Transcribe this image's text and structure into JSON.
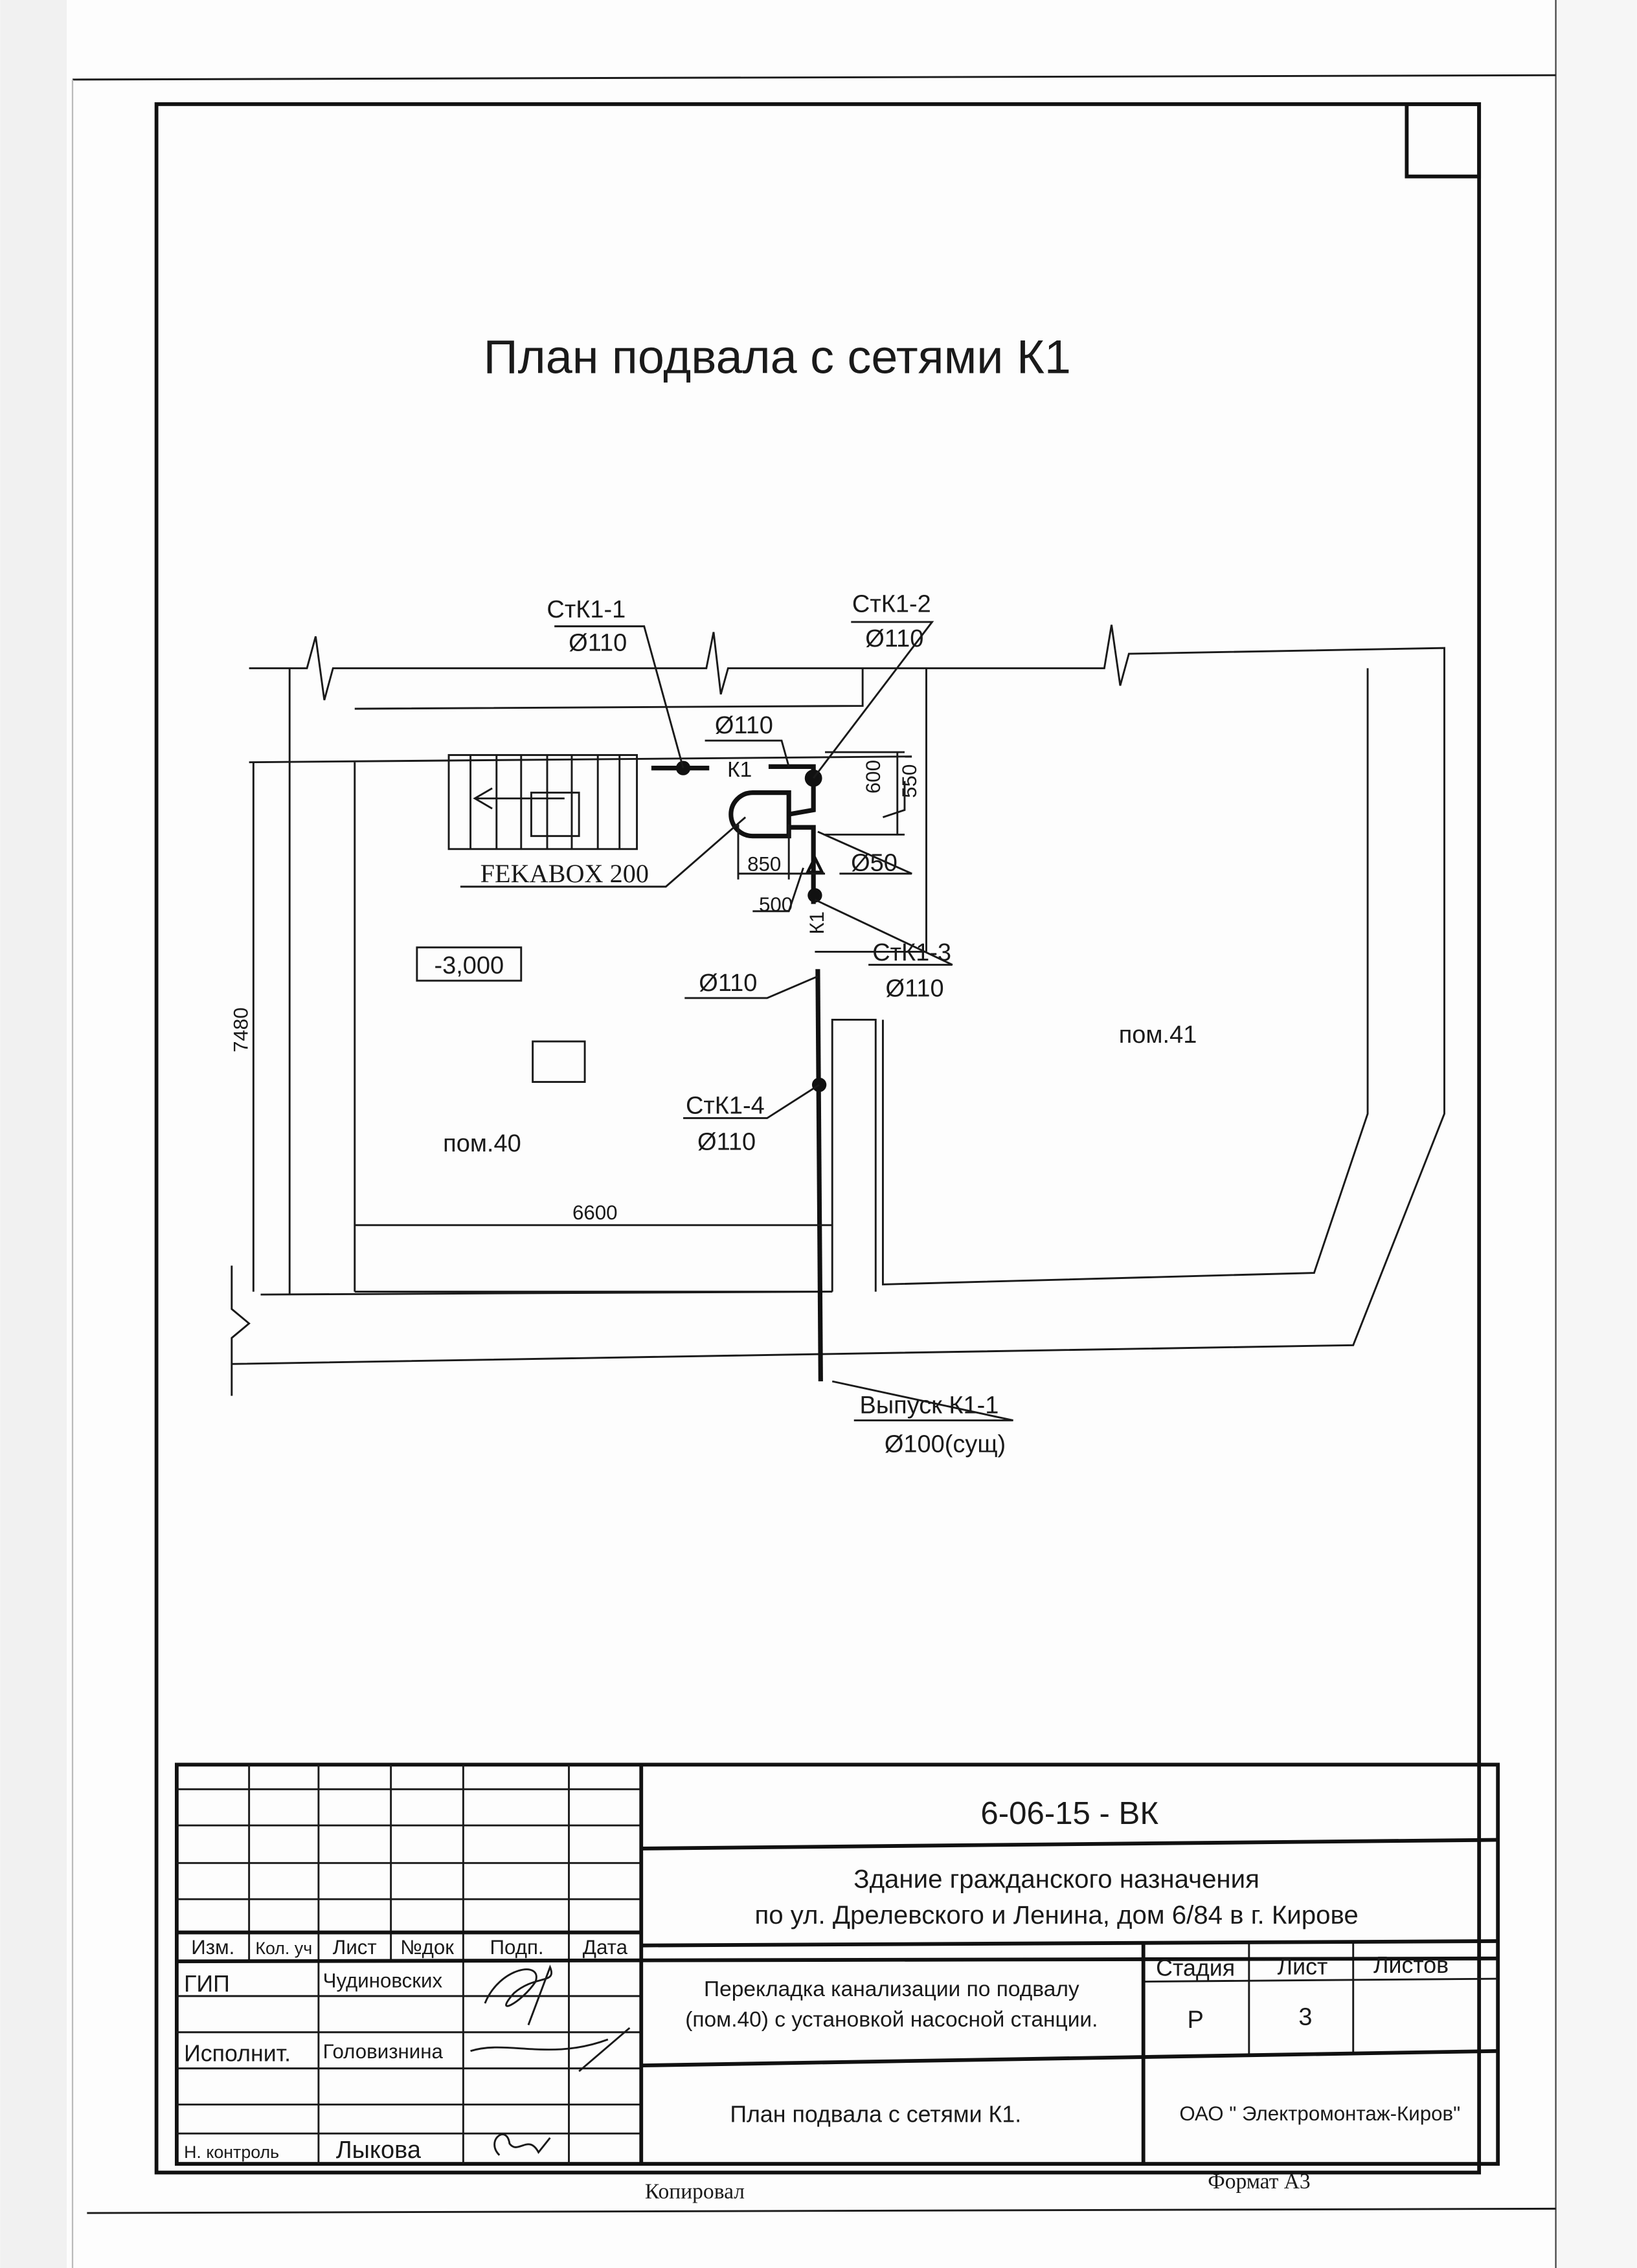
{
  "drawing": {
    "title": "План подвала с сетями  К1",
    "labels": {
      "stk1_1": "СтК1-1",
      "stk1_1_d": "Ø110",
      "stk1_2": "СтК1-2",
      "stk1_2_d": "Ø110",
      "pipe_top_d": "Ø110",
      "k1_h": "К1",
      "k1_v": "К1",
      "fekabox": "FEKABOX 200",
      "dim_850": "850",
      "dim_500": "500",
      "dim_600": "600",
      "dim_550": "550",
      "d50": "Ø50",
      "stk1_3": "СтК1-3",
      "stk1_3_d": "Ø110",
      "pipe_mid_d": "Ø110",
      "level": "-3,000",
      "stk1_4": "СтК1-4",
      "stk1_4_d": "Ø110",
      "room40": "пом.40",
      "room41": "пом.41",
      "dim_6600": "6600",
      "dim_7480": "7480",
      "outlet": "Выпуск К1-1",
      "outlet_d": "Ø100(сущ)"
    }
  },
  "title_block": {
    "code": "6-06-15 - ВК",
    "building_line1": "Здание гражданского назначения",
    "building_line2": "по ул. Дрелевского и Ленина, дом 6/84 в г. Кирове",
    "headers": [
      "Изм.",
      "Кол. уч",
      "Лист",
      "№док",
      "Подп.",
      "Дата"
    ],
    "roles": [
      {
        "role": "ГИП",
        "name": "Чудиновских"
      },
      {
        "role": "Исполнит.",
        "name": "Головизнина"
      },
      {
        "role": "Н. контроль",
        "name": "Лыкова"
      }
    ],
    "description_line1": "Перекладка канализации по подвалу",
    "description_line2": "(пом.40) с установкой насосной станции.",
    "stage_header": "Стадия",
    "sheet_header": "Лист",
    "sheets_header": "Листов",
    "stage": "Р",
    "sheet": "3",
    "sheets": "",
    "sheet_title": "План подвала с сетями  К1.",
    "organization": "ОАО  \" Электромонтаж-Киров\"",
    "copied": "Копировал",
    "format": "Формат А3"
  }
}
